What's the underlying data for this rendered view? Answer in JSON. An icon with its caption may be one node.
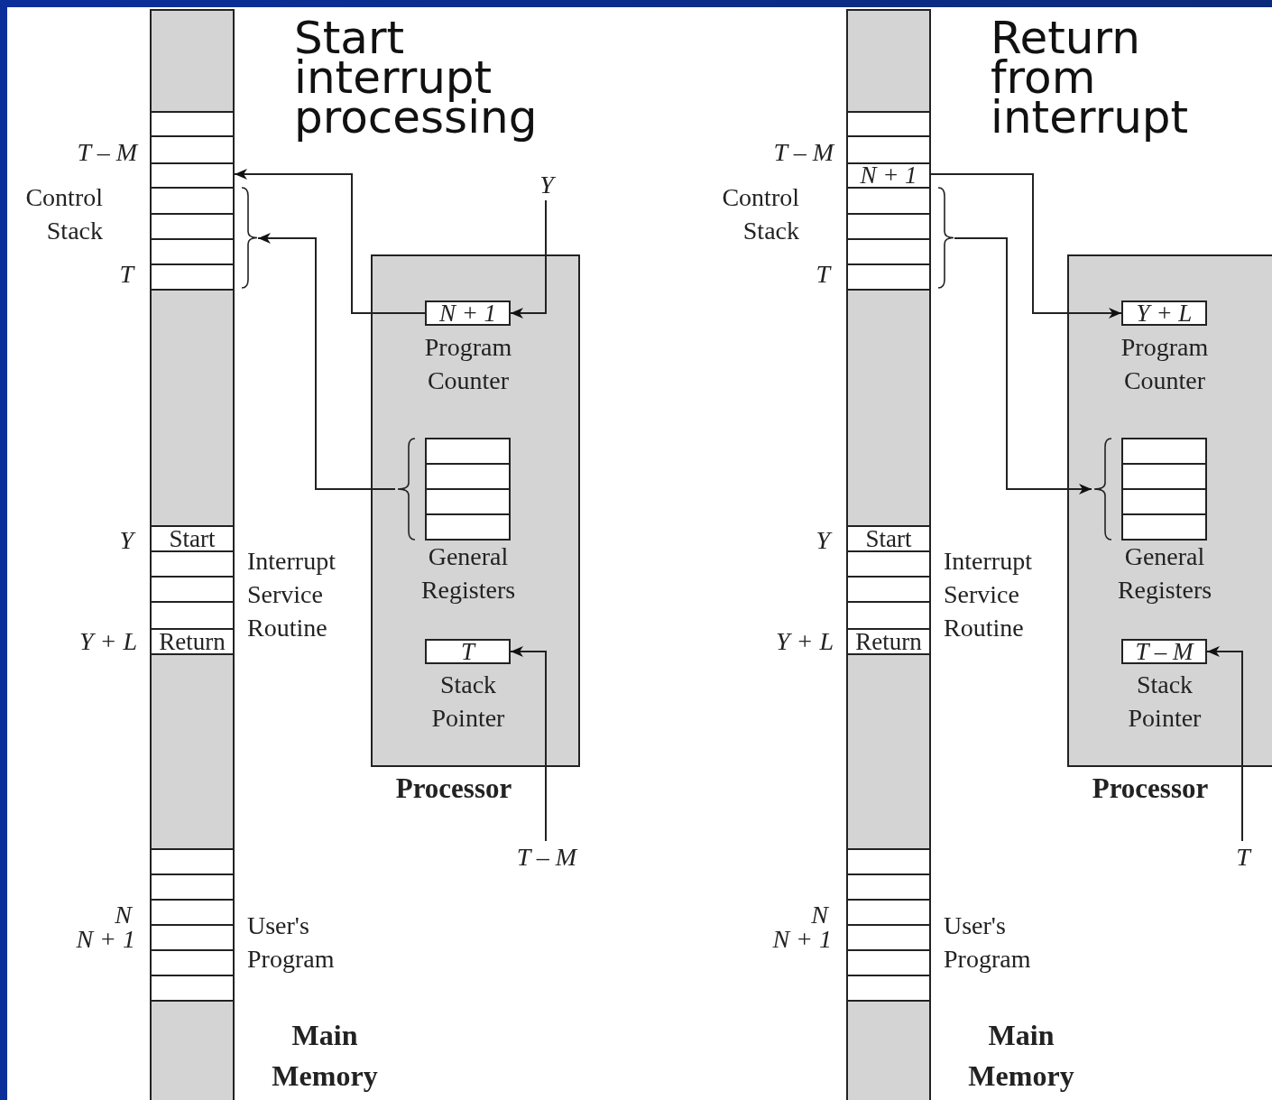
{
  "diagram": {
    "nodes": [
      {
        "text": [],
        "shape": "bar",
        "beside": [
          "Main Memory"
        ]
      },
      {
        "text": [],
        "shape": "box",
        "in": 0
      },
      {
        "text": [],
        "shape": "box",
        "in": 0
      },
      {
        "text": [],
        "shape": "box",
        "in": 0
      },
      {
        "text": [],
        "shape": "box",
        "in": 0
      },
      {
        "text": [],
        "shape": "box",
        "in": 0
      },
      {
        "text": [],
        "shape": "box",
        "in": 0
      },
      {
        "text": [],
        "shape": "box",
        "in": 0
      },
      {
        "text": [],
        "shape": "bracket"
      },
      {
        "text": [
          "Start"
        ],
        "in": 0
      },
      {
        "text": [],
        "shape": "box",
        "in": 0
      },
      {
        "text": [],
        "shape": "box",
        "in": 0
      },
      {
        "text": [],
        "shape": "box",
        "in": 0
      },
      {
        "text": [
          "Return"
        ],
        "in": 0
      },
      {
        "text": [],
        "shape": "box",
        "in": 0
      },
      {
        "text": [],
        "shape": "box",
        "in": 0
      },
      {
        "text": [],
        "shape": "box",
        "in": 0
      },
      {
        "text": [],
        "shape": "box",
        "in": 0
      },
      {
        "text": [],
        "shape": "box",
        "in": 0
      },
      {
        "text": [],
        "shape": "box",
        "in": 0
      },
      {
        "text": [
          "Processor"
        ]
      },
      {
        "text": [
          "N + 1"
        ],
        "in": 20,
        "beside": [
          "Program Counter"
        ]
      },
      {
        "text": [],
        "shape": "box",
        "in": 20,
        "beside": [
          "General Registers"
        ]
      },
      {
        "text": [],
        "shape": "box",
        "in": 22
      },
      {
        "text": [],
        "shape": "box",
        "in": 22
      },
      {
        "text": [],
        "shape": "box",
        "in": 22
      },
      {
        "text": [],
        "shape": "box",
        "in": 22
      },
      {
        "text": [
          "T"
        ],
        "in": 20,
        "beside": [
          "Stack Pointer"
        ]
      },
      {
        "text": [
          "Y"
        ]
      },
      {
        "text": [
          "T – M"
        ]
      },
      {
        "text": [],
        "shape": "bar",
        "beside": [
          "Main Memory"
        ]
      },
      {
        "text": [],
        "shape": "box",
        "in": 30
      },
      {
        "text": [],
        "shape": "box",
        "in": 30
      },
      {
        "text": [
          "N + 1"
        ],
        "in": 30
      },
      {
        "text": [],
        "shape": "box",
        "in": 30
      },
      {
        "text": [],
        "shape": "box",
        "in": 30
      },
      {
        "text": [],
        "shape": "box",
        "in": 30
      },
      {
        "text": [],
        "shape": "box",
        "in": 30
      },
      {
        "text": [],
        "shape": "bracket"
      },
      {
        "text": [
          "Start"
        ],
        "in": 30
      },
      {
        "text": [],
        "shape": "box",
        "in": 30
      },
      {
        "text": [],
        "shape": "box",
        "in": 30
      },
      {
        "text": [],
        "shape": "box",
        "in": 30
      },
      {
        "text": [
          "Return"
        ],
        "in": 30
      },
      {
        "text": [],
        "shape": "box",
        "in": 30
      },
      {
        "text": [],
        "shape": "box",
        "in": 30
      },
      {
        "text": [],
        "shape": "box",
        "in": 30
      },
      {
        "text": [],
        "shape": "box",
        "in": 30
      },
      {
        "text": [],
        "shape": "box",
        "in": 30
      },
      {
        "text": [],
        "shape": "box",
        "in": 30
      },
      {
        "text": [
          "Processor"
        ]
      },
      {
        "text": [
          "Y + L"
        ],
        "in": 50,
        "beside": [
          "Program Counter"
        ]
      },
      {
        "text": [],
        "shape": "box",
        "in": 50,
        "beside": [
          "General Registers"
        ]
      },
      {
        "text": [],
        "shape": "box",
        "in": 52
      },
      {
        "text": [],
        "shape": "box",
        "in": 52
      },
      {
        "text": [],
        "shape": "box",
        "in": 52
      },
      {
        "text": [],
        "shape": "box",
        "in": 52
      },
      {
        "text": [
          "T – M"
        ],
        "in": 50,
        "beside": [
          "Stack Pointer"
        ]
      },
      {
        "text": [
          "T"
        ]
      }
    ],
    "edges": [
      {
        "from": 21,
        "to": 3,
        "arrow": "to"
      },
      {
        "from": 22,
        "to": 8,
        "arrow": "to"
      },
      {
        "from": 28,
        "to": 21,
        "arrow": "to"
      },
      {
        "from": 29,
        "to": 27,
        "arrow": "to"
      },
      {
        "from": 33,
        "to": 51,
        "arrow": "to"
      },
      {
        "from": 38,
        "to": 52,
        "arrow": "to"
      },
      {
        "from": 58,
        "to": 57,
        "arrow": "to"
      }
    ],
    "labels": [
      "Start interrupt processing",
      "T – M",
      "Control Stack",
      "T",
      "Y",
      "Interrupt Service Routine",
      "Y + L",
      "N",
      "N + 1",
      "User's Program",
      "Return from interrupt",
      "T – M",
      "Control Stack",
      "T",
      "Y",
      "Interrupt Service Routine",
      "Y + L",
      "N",
      "N + 1",
      "User's Program"
    ]
  }
}
